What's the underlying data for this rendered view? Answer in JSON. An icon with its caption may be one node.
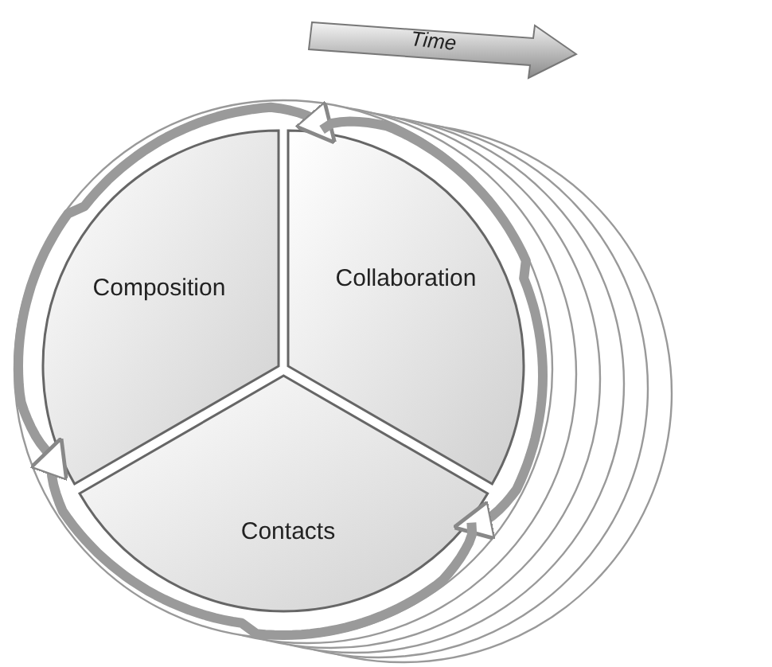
{
  "diagram": {
    "nodes": [
      {
        "text": [
          "Composition"
        ]
      },
      {
        "text": [
          "Collaboration"
        ]
      },
      {
        "text": [
          "Contacts"
        ]
      }
    ],
    "edges": [
      {
        "from": 0,
        "to": 1,
        "arrow": "to"
      },
      {
        "from": 1,
        "to": 2,
        "arrow": "to"
      },
      {
        "from": 2,
        "to": 0,
        "arrow": "to"
      }
    ],
    "labels": [
      "Time"
    ]
  }
}
